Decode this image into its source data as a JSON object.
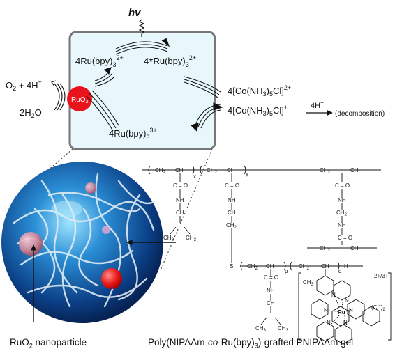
{
  "reaction": {
    "hv": "hv",
    "ru2_left": "4Ru(bpy)",
    "ru2_right_star": "4",
    "ru2_right": "Ru(bpy)",
    "sub3": "3",
    "charge2": "2+",
    "charge3": "3+",
    "ru3": "4Ru(bpy)",
    "ruo2": "RuO",
    "ruo2_sub": "2",
    "o2_left": "O",
    "o2_rest": " + 4H",
    "plus": "+",
    "water": "2H",
    "water_rest": "O",
    "co_2plus": "4[Co(NH",
    "co_sub": "3",
    "co_mid": ")",
    "co_5cl": "5",
    "co_cl": "Cl]",
    "co_charge2": "2+",
    "co_1plus_charge": "+",
    "h4": "4H",
    "decomposition": "(decomposition)"
  },
  "polymer": {
    "ch2": "CH",
    "sub2": "2",
    "ch": "CH",
    "x": "x",
    "y": "y",
    "p": "p",
    "q": "q",
    "co": "C = O",
    "nh": "NH",
    "ch3": "CH",
    "sub3": "3",
    "s": "S",
    "h": "H",
    "ru": "Ru",
    "n": "N",
    "charge": "2+/3+",
    "cl": "(Cl",
    "cl_minus": "−",
    "cl_sub": ")",
    "cl_2": "2"
  },
  "captions": {
    "nanoparticle_main": "RuO",
    "nanoparticle_sub": "2",
    "nanoparticle_rest": " nanoparticle",
    "gel_pre": "Poly(NIPAAm-",
    "gel_co": "co",
    "gel_mid": "-Ru(bpy)",
    "gel_sub": "3",
    "gel_post": ")-grafted PNIPAAm gel"
  }
}
